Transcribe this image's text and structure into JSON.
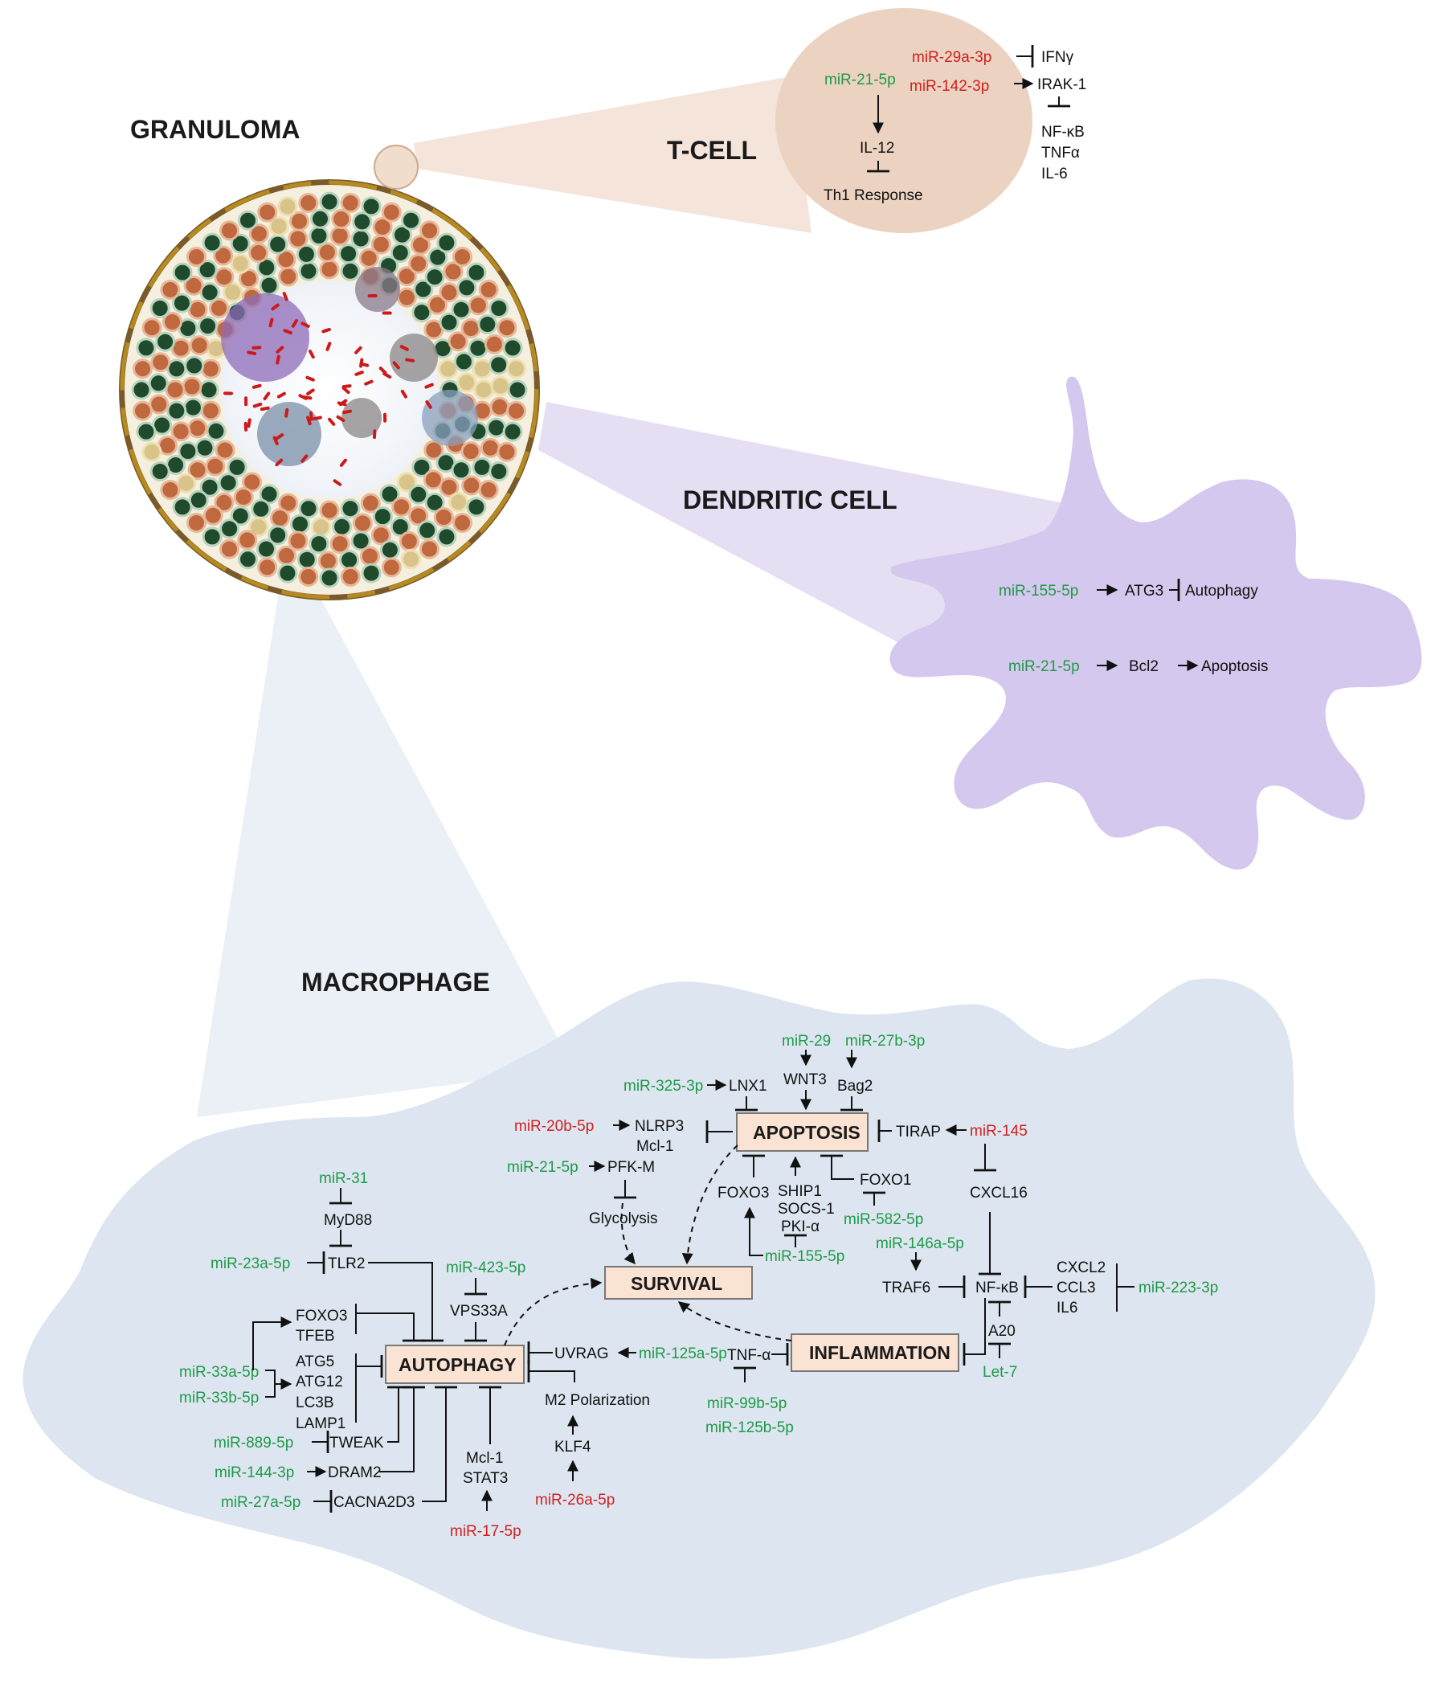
{
  "sections": {
    "granuloma": "GRANULOMA",
    "tcell": "T-CELL",
    "dendritic": "DENDRITIC CELL",
    "macrophage": "MACROPHAGE"
  },
  "colors": {
    "up": "#1f9a48",
    "down": "#d11f1f",
    "box_fill": "#fbe3d3"
  },
  "tcell": {
    "mir29a": "miR-29a-3p",
    "ifng": "IFNγ",
    "mir21": "miR-21-5p",
    "mir142": "miR-142-3p",
    "irak1": "IRAK-1",
    "il12": "IL-12",
    "nfkb": "NF-κB",
    "tnfa": "TNFα",
    "il6": "IL-6",
    "th1": "Th1 Response"
  },
  "dendritic": {
    "mir155": "miR-155-5p",
    "atg3": "ATG3",
    "autophagy": "Autophagy",
    "mir21": "miR-21-5p",
    "bcl2": "Bcl2",
    "apoptosis": "Apoptosis"
  },
  "macrophage": {
    "boxes": {
      "apoptosis": "APOPTOSIS",
      "survival": "SURVIVAL",
      "autophagy": "AUTOPHAGY",
      "inflammation": "INFLAMMATION"
    },
    "mir29": "miR-29",
    "mir27b": "miR-27b-3p",
    "mir325": "miR-325-3p",
    "lnx1": "LNX1",
    "wnt3": "WNT3",
    "bag2": "Bag2",
    "mir20b": "miR-20b-5p",
    "nlrp3": "NLRP3",
    "mcl1": "Mcl-1",
    "tirap": "TIRAP",
    "mir145": "miR-145",
    "mir21": "miR-21-5p",
    "pfkm": "PFK-M",
    "glycolysis": "Glycolysis",
    "foxo3": "FOXO3",
    "ship1": "SHIP1",
    "socs1": "SOCS-1",
    "pkia": "PKI-α",
    "foxo1": "FOXO1",
    "mir582": "miR-582-5p",
    "cxcl16": "CXCL16",
    "mir155": "miR-155-5p",
    "mir146a": "miR-146a-5p",
    "traf6": "TRAF6",
    "nfkb": "NF-κB",
    "cxcl2": "CXCL2",
    "ccl3": "CCL3",
    "il6": "IL6",
    "mir223": "miR-223-3p",
    "a20": "A20",
    "let7": "Let-7",
    "mir31": "miR-31",
    "myd88": "MyD88",
    "mir23a": "miR-23a-5p",
    "tlr2": "TLR2",
    "mir423": "miR-423-5p",
    "vps33a": "VPS33A",
    "foxo3b": "FOXO3",
    "tfeb": "TFEB",
    "atg5": "ATG5",
    "atg12": "ATG12",
    "lc3b": "LC3B",
    "lamp1": "LAMP1",
    "mir33a": "miR-33a-5p",
    "mir33b": "miR-33b-5p",
    "uvrag": "UVRAG",
    "mir125a": "miR-125a-5p",
    "tnfa": "TNF-α",
    "mir99b": "miR-99b-5p",
    "mir125b": "miR-125b-5p",
    "m2": "M2 Polarization",
    "klf4": "KLF4",
    "mir26a": "miR-26a-5p",
    "mir889": "miR-889-5p",
    "tweak": "TWEAK",
    "mir144": "miR-144-3p",
    "dram2": "DRAM2",
    "mir27a": "miR-27a-5p",
    "cacna": "CACNA2D3",
    "mcl1b": "Mcl-1",
    "stat3": "STAT3",
    "mir17": "miR-17-5p"
  }
}
